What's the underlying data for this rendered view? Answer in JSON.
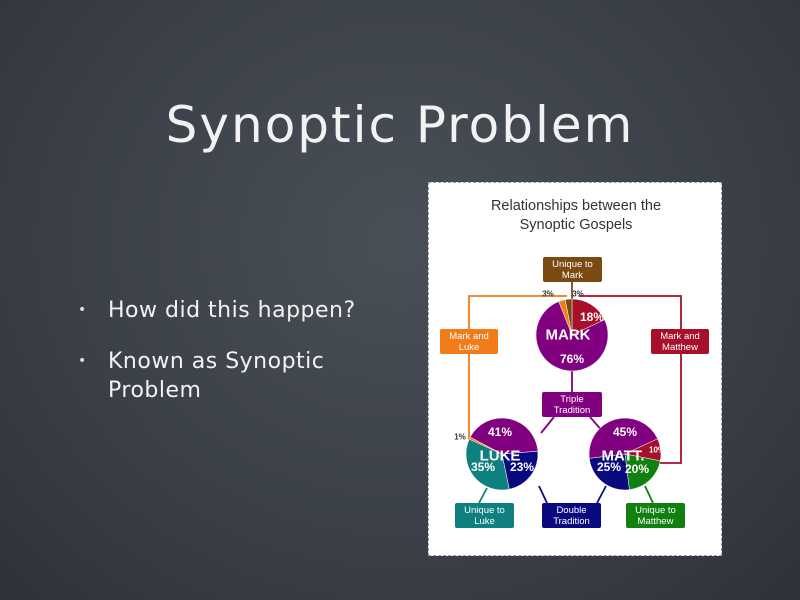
{
  "slide": {
    "title": "Synoptic Problem",
    "bullets": [
      "How did this happen?",
      "Known as Synoptic Problem"
    ],
    "bullet_icon": "bullet-dot-icon"
  },
  "figure": {
    "title_line1": "Relationships between the",
    "title_line2": "Synoptic Gospels",
    "colors": {
      "unique_mark": "#7b4a12",
      "mark_luke": "#f07c1a",
      "mark_matthew": "#a80f2a",
      "triple": "#800080",
      "double": "#0a0a80",
      "unique_luke": "#0f8080",
      "unique_matthew": "#108010"
    },
    "boxes": {
      "unique_mark": [
        "Unique to",
        "Mark"
      ],
      "mark_luke": [
        "Mark and",
        "Luke"
      ],
      "mark_matthew": [
        "Mark and",
        "Matthew"
      ],
      "triple": [
        "Triple",
        "Tradition"
      ],
      "unique_luke": [
        "Unique to",
        "Luke"
      ],
      "double": [
        "Double",
        "Tradition"
      ],
      "unique_matthew": [
        "Unique to",
        "Matthew"
      ]
    },
    "pies": {
      "mark": {
        "label": "MARK",
        "slices": [
          {
            "name": "Mark and Matthew",
            "value": 18,
            "label": "18%",
            "color": "#a80f2a"
          },
          {
            "name": "Triple Tradition",
            "value": 76,
            "label": "76%",
            "color": "#800080"
          },
          {
            "name": "Mark and Luke",
            "value": 3,
            "label": "3%",
            "color": "#f07c1a"
          },
          {
            "name": "Unique to Mark",
            "value": 3,
            "label": "3%",
            "color": "#7b4a12"
          }
        ]
      },
      "luke": {
        "label": "LUKE",
        "slices": [
          {
            "name": "Triple Tradition",
            "value": 41,
            "label": "41%",
            "color": "#800080"
          },
          {
            "name": "Double Tradition",
            "value": 23,
            "label": "23%",
            "color": "#0a0a80"
          },
          {
            "name": "Unique to Luke",
            "value": 35,
            "label": "35%",
            "color": "#0f8080"
          },
          {
            "name": "Mark and Luke",
            "value": 1,
            "label": "1%",
            "color": "#f07c1a"
          }
        ]
      },
      "matthew": {
        "label": "MATT.",
        "slices": [
          {
            "name": "Triple Tradition",
            "value": 45,
            "label": "45%",
            "color": "#800080"
          },
          {
            "name": "Mark and Matthew",
            "value": 10,
            "label": "10%",
            "color": "#a80f2a"
          },
          {
            "name": "Unique to Matthew",
            "value": 20,
            "label": "20%",
            "color": "#108010"
          },
          {
            "name": "Double Tradition",
            "value": 25,
            "label": "25%",
            "color": "#0a0a80"
          }
        ]
      }
    }
  }
}
